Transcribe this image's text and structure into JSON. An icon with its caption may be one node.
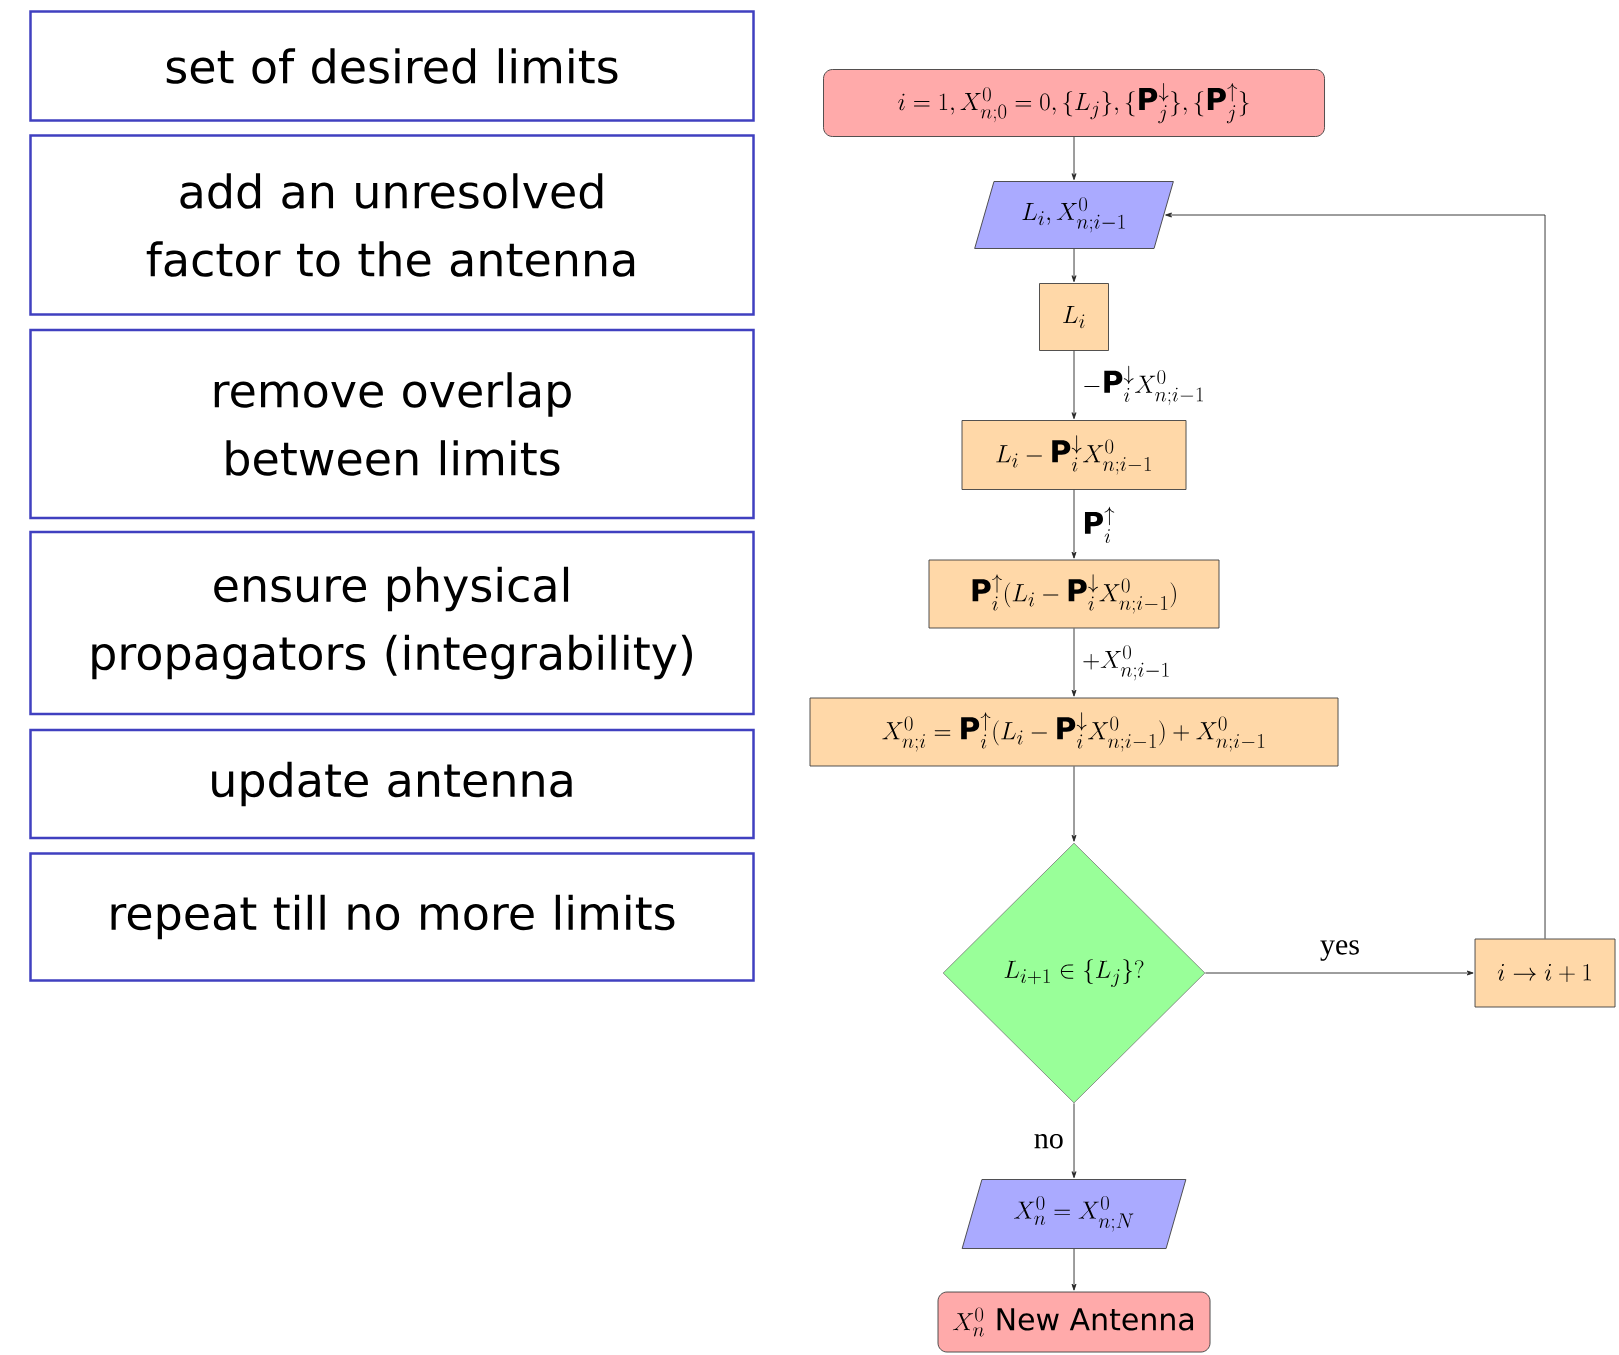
{
  "diagram": {
    "nodes": [
      {
        "text": [
          "set of desired limits"
        ]
      },
      {
        "text": [
          "add an unresolved factor to the antenna"
        ]
      },
      {
        "text": [
          "remove overlap between limits"
        ]
      },
      {
        "text": [
          "ensure physical propagators (integrability)"
        ]
      },
      {
        "text": [
          "update antenna"
        ]
      },
      {
        "text": [
          "repeat till no more limits"
        ]
      },
      {
        "text": [
          "i=1, X^0_{n;0}=0, \\{L_j\\}, \\{\\mathbf{P}^{\\downarrow}_j\\}, \\{\\mathbf{P}^{\\uparrow}_j\\}"
        ]
      },
      {
        "text": [
          "L_i, X^0_{n;i-1}"
        ]
      },
      {
        "text": [
          "L_i"
        ]
      },
      {
        "text": [
          "L_i-\\mathbf{P}^{\\downarrow}_i X^0_{n;i-1}"
        ]
      },
      {
        "text": [
          "\\mathbf{P}^{\\uparrow}_i(L_i-\\mathbf{P}^{\\downarrow}_i X^0_{n;i-1})"
        ]
      },
      {
        "text": [
          "X^0_{n;i}=\\mathbf{P}^{\\uparrow}_i(L_i-\\mathbf{P}^{\\downarrow}_i X^0_{n;i-1})+X^0_{n;i-1}"
        ]
      },
      {
        "text": [
          "L_{i+1}\\in\\{L_j\\}?"
        ]
      },
      {
        "text": [
          "i\\to i+1"
        ]
      },
      {
        "text": [
          "X^0_n=X^0_{n;N}"
        ]
      },
      {
        "text": [
          "X^0_n\\ \\mathrm{New\\ Antenna}"
        ]
      }
    ],
    "edges": [
      {
        "from": 6,
        "to": 7,
        "arrow": "to"
      },
      {
        "from": 7,
        "to": 8,
        "arrow": "to"
      },
      {
        "from": 8,
        "to": 9,
        "arrow": "to",
        "label": "-\\mathbf{P}^{\\downarrow}_i X^0_{n;i-1}"
      },
      {
        "from": 9,
        "to": 10,
        "arrow": "to",
        "label": "\\mathbf{P}^{\\uparrow}_i"
      },
      {
        "from": 10,
        "to": 11,
        "arrow": "to",
        "label": "+X^0_{n;i-1}"
      },
      {
        "from": 11,
        "to": 12,
        "arrow": "to"
      },
      {
        "from": 12,
        "to": 13,
        "arrow": "to",
        "label": "yes"
      },
      {
        "from": 13,
        "to": 7,
        "arrow": "to"
      },
      {
        "from": 12,
        "to": 14,
        "arrow": "to",
        "label": "no"
      },
      {
        "from": 14,
        "to": 15,
        "arrow": "to"
      }
    ]
  }
}
